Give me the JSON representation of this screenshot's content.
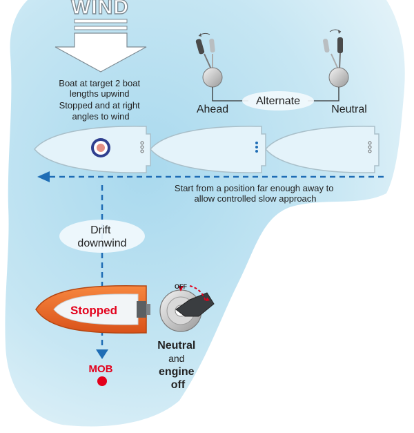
{
  "colors": {
    "water": "#cfe9f4",
    "water_deep": "#b3def0",
    "boat_fill": "#e4f3fa",
    "boat_stroke": "#a9bfc9",
    "arrow_blue": "#1f6db5",
    "mob_red": "#e3001b",
    "rib_orange": "#ef6c2a",
    "text_dark": "#222222"
  },
  "wind": {
    "label": "WIND",
    "icon": "down-arrow-icon"
  },
  "target_note": {
    "lines": [
      "Boat at target 2 boat",
      "lengths upwind",
      "Stopped and at right",
      "angles to wind"
    ]
  },
  "throttle": {
    "left_label": "Ahead",
    "right_label": "Neutral",
    "center_label": "Alternate",
    "icon": "throttle-lever-icon"
  },
  "approach": {
    "lines": [
      "Start from a position far enough away to",
      "allow controlled slow approach"
    ]
  },
  "drift": {
    "lines": [
      "Drift",
      "downwind"
    ]
  },
  "rib": {
    "label": "Stopped"
  },
  "ignition": {
    "off_label": "OFF",
    "icon": "ignition-key-icon"
  },
  "engine_note": {
    "line1": "Neutral",
    "line2": "and",
    "line3": "engine",
    "line4": "off"
  },
  "mob": {
    "label": "MOB",
    "icon": "mob-marker-icon"
  }
}
